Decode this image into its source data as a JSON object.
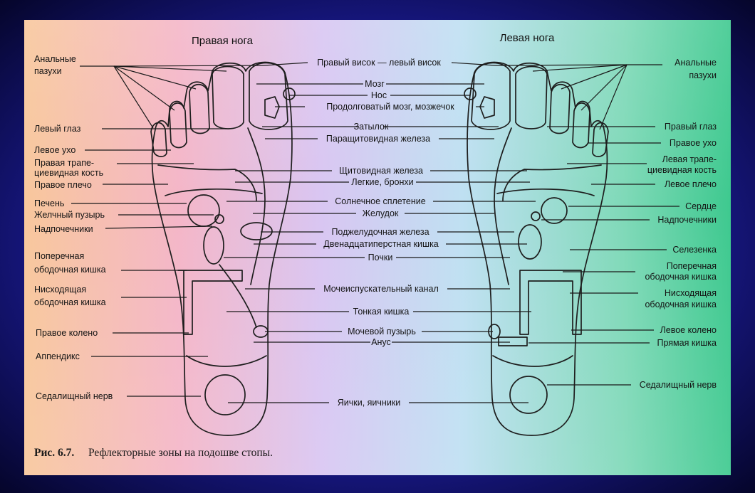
{
  "titles": {
    "right_foot": "Правая нога",
    "left_foot": "Левая нога"
  },
  "center_labels": [
    "Правый висок — левый висок",
    "Мозг",
    "Нос",
    "Продолговатый мозг, мозжечок",
    "Затылок",
    "Паращитовидная железа",
    "Щитовидная железа",
    "Легкие, бронхи",
    "Солнечное сплетение",
    "Желудок",
    "Поджелудочная железа",
    "Двенадцатиперстная кишка",
    "Почки",
    "Мочеиспускательный канал",
    "Тонкая кишка",
    "Мочевой пузырь",
    "Анус",
    "Яички, яичники"
  ],
  "left_labels": [
    "Анальные",
    "пазухи",
    "Левый глаз",
    "Левое ухо",
    "Правая трапе-",
    "циевидная кость",
    "Правое плечо",
    "Печень",
    "Желчный пузырь",
    "Надпочечники",
    "Поперечная",
    "ободочная кишка",
    "Нисходящая",
    "ободочная кишка",
    "Правое колено",
    "Аппендикс",
    "Седалищный нерв"
  ],
  "right_labels": [
    "Анальные",
    "пазухи",
    "Правый глаз",
    "Правое ухо",
    "Левая трапе-",
    "циевидная кость",
    "Левое плечо",
    "Сердце",
    "Надпочечники",
    "Селезенка",
    "Поперечная",
    "ободочная кишка",
    "Нисходящая",
    "ободочная кишка",
    "Левое колено",
    "Прямая кишка",
    "Седалищный нерв"
  ],
  "caption": {
    "label": "Рис. 6.7.",
    "text": "Рефлекторные зоны на подошве стопы."
  },
  "colors": {
    "line": "#1e1e1e",
    "frame": "#1a1a90",
    "bg_left": "#f8c79c",
    "bg_right": "#3ec98f"
  }
}
